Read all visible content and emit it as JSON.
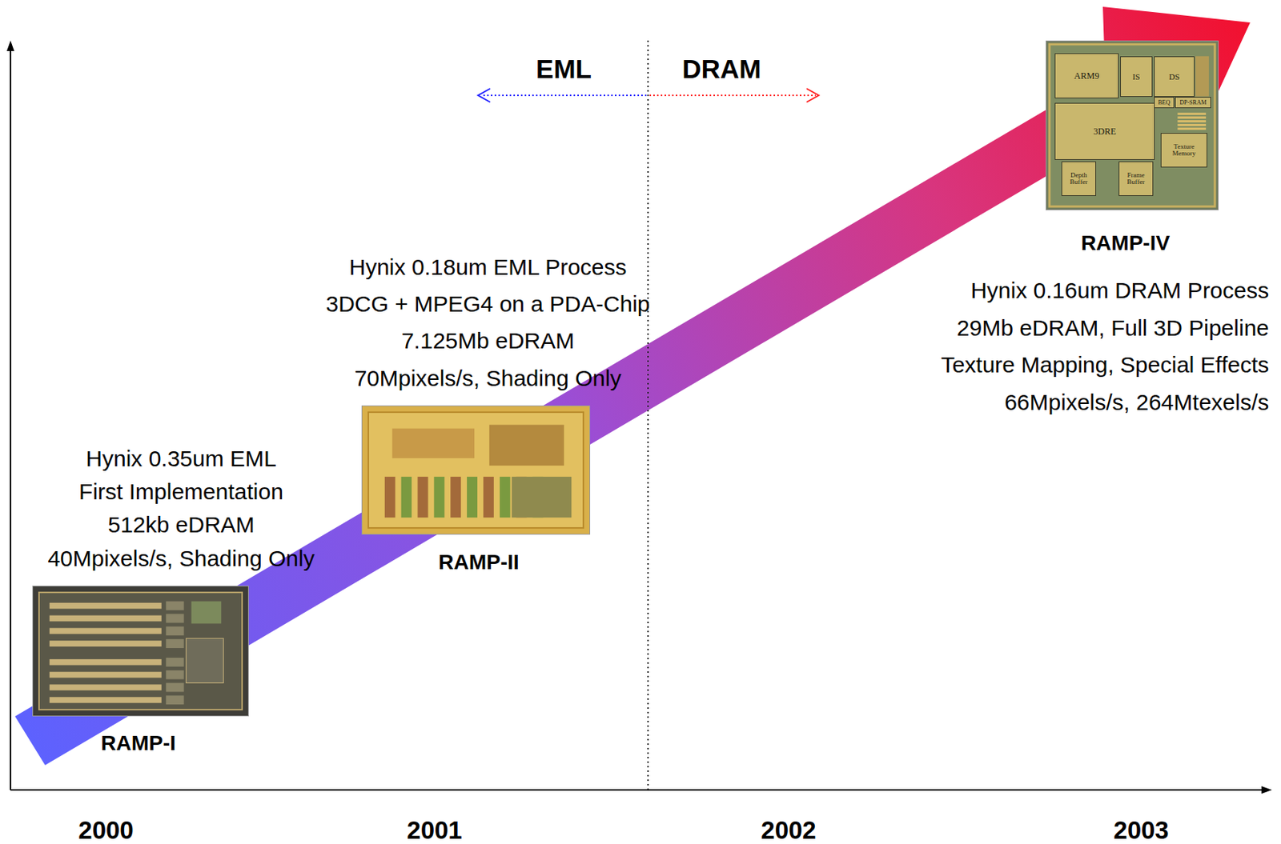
{
  "diagram": {
    "nodes": [
      {
        "text": [
          "RAMP-I"
        ]
      },
      {
        "text": [
          "RAMP-II"
        ]
      },
      {
        "text": [
          "RAMP-IV"
        ]
      },
      {
        "text": [
          "ARM9"
        ],
        "in": 2
      },
      {
        "text": [
          "IS"
        ],
        "in": 2
      },
      {
        "text": [
          "DS"
        ],
        "in": 2
      },
      {
        "text": [
          "BEQ"
        ],
        "in": 2
      },
      {
        "text": [
          "DP-SRAM"
        ],
        "in": 2
      },
      {
        "text": [
          "3DRE"
        ],
        "in": 2
      },
      {
        "text": [
          "Texture Memory"
        ],
        "in": 2
      },
      {
        "text": [
          "Depth Buffer"
        ],
        "in": 2
      },
      {
        "text": [
          "Frame Buffer"
        ],
        "in": 2
      }
    ],
    "labels": [
      "EML",
      "DRAM",
      "Hynix 0.35um EML",
      "First Implementation",
      "512kb eDRAM",
      "40Mpixels/s, Shading Only",
      "Hynix 0.18um EML Process",
      "3DCG + MPEG4 on a PDA-Chip",
      "7.125Mb eDRAM",
      "70Mpixels/s, Shading Only",
      "Hynix 0.16um DRAM Process",
      "29Mb eDRAM, Full 3D Pipeline",
      "Texture Mapping, Special Effects",
      "66Mpixels/s, 264Mtexels/s",
      "2000",
      "2001",
      "2002",
      "2003"
    ]
  }
}
